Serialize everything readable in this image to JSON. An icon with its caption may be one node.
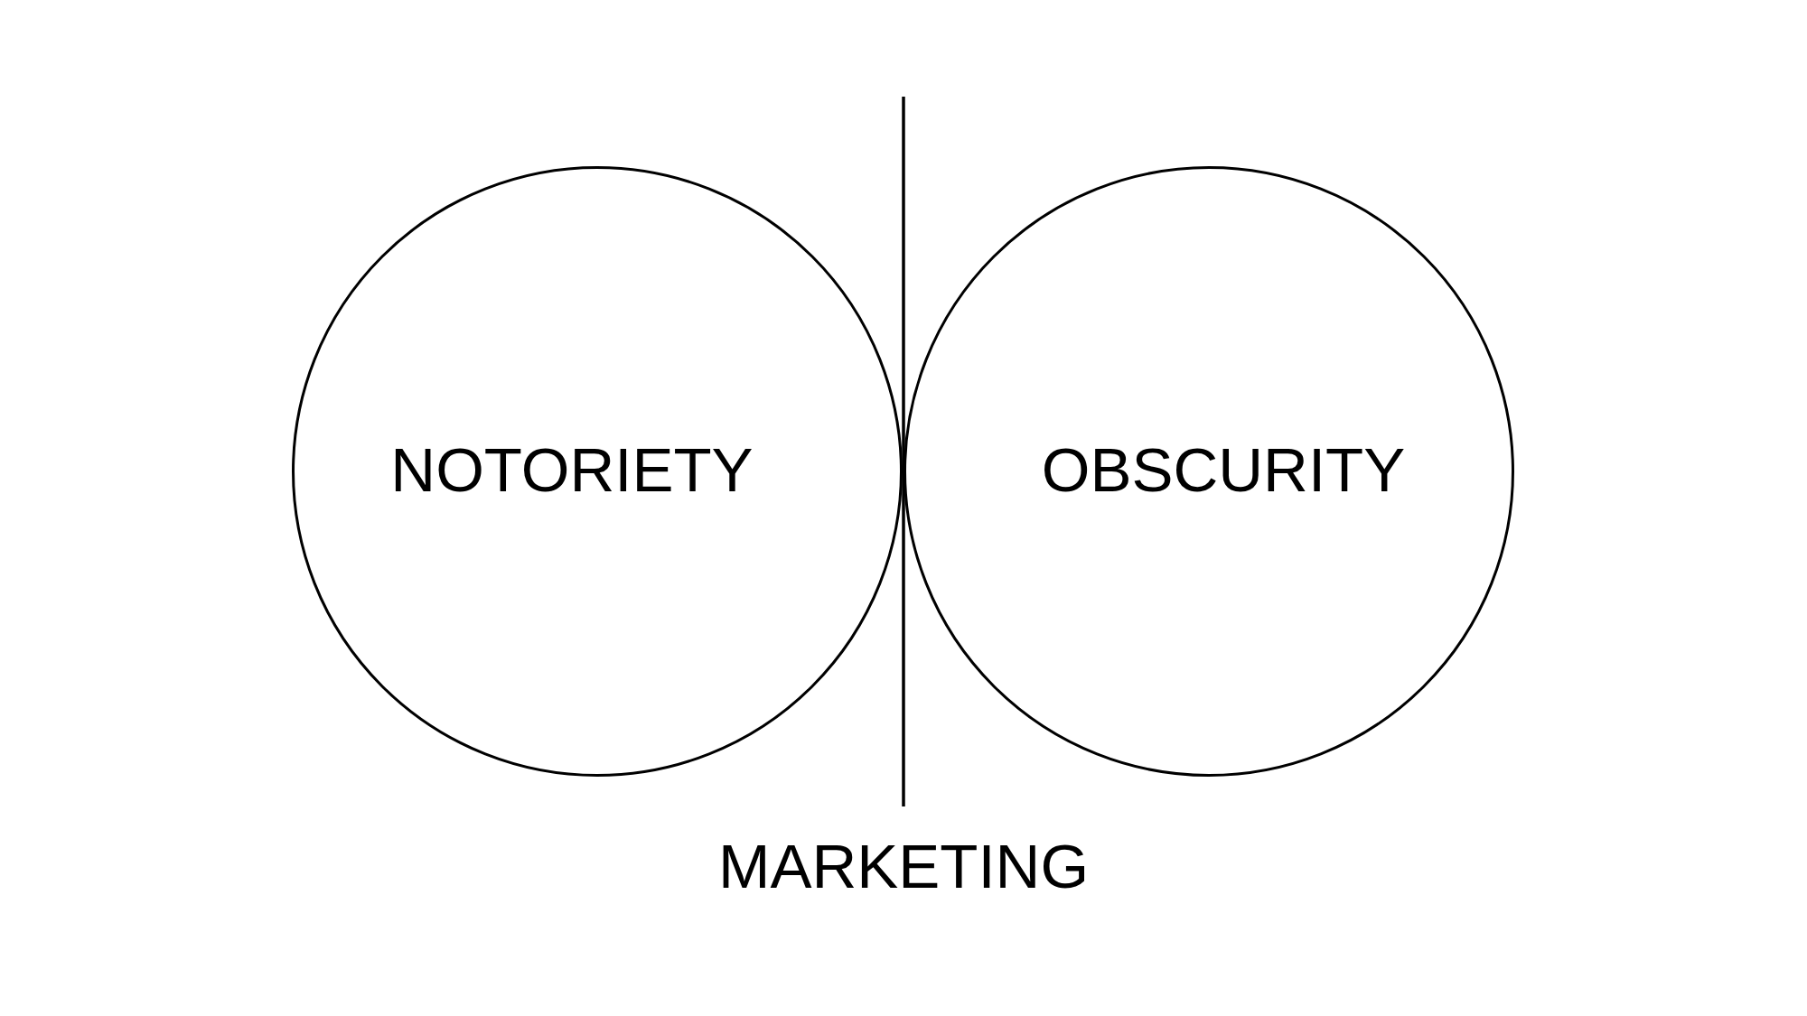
{
  "diagram": {
    "nodes": [
      {
        "text": [
          "NOTORIETY"
        ]
      },
      {
        "text": [
          "OBSCURITY"
        ]
      }
    ],
    "edges": [],
    "labels": [
      "MARKETING"
    ]
  }
}
